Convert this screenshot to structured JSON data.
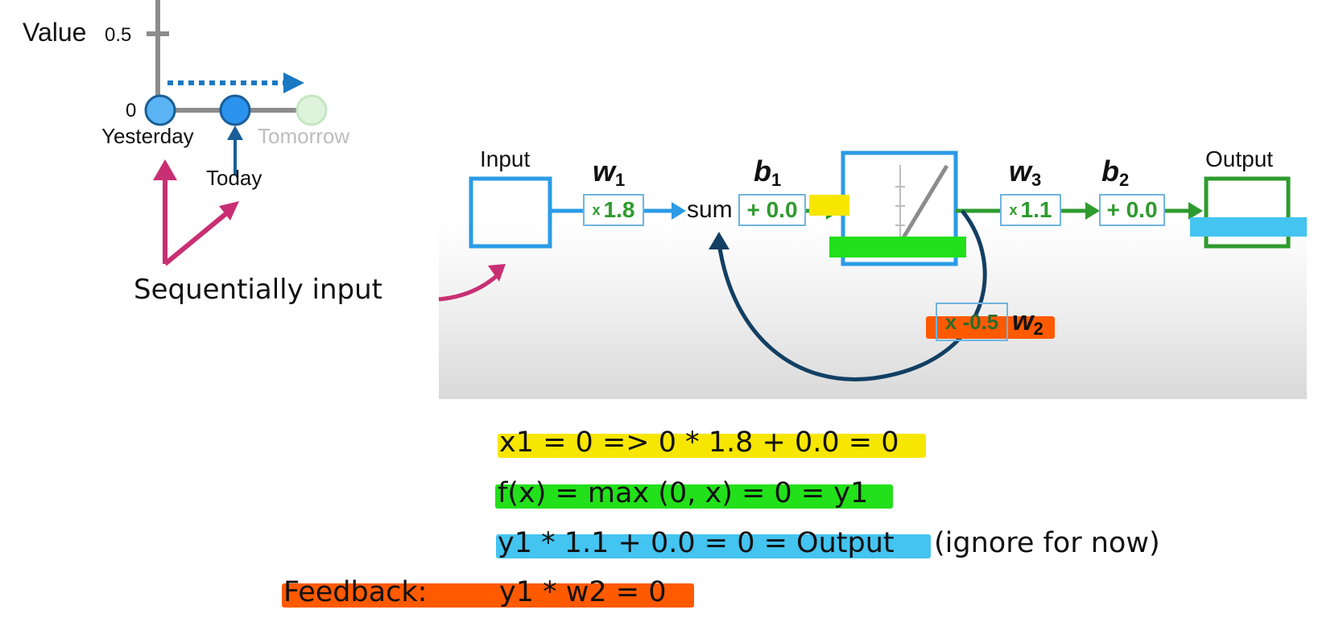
{
  "timeline": {
    "value_label": "Value",
    "tick_05": "0.5",
    "tick_0": "0",
    "yesterday": "Yesterday",
    "today": "Today",
    "tomorrow": "Tomorrow",
    "sequential_label": "Sequentially input"
  },
  "network": {
    "input_label": "Input",
    "output_label": "Output",
    "w1": "w",
    "w1_sub": "1",
    "w1_value_prefix": "x",
    "w1_value": "1.8",
    "sum_label": "sum",
    "b1": "b",
    "b1_sub": "1",
    "b1_value": "+ 0.0",
    "w3": "w",
    "w3_sub": "3",
    "w3_value_prefix": "x",
    "w3_value": "1.1",
    "b2": "b",
    "b2_sub": "2",
    "b2_value": "+ 0.0",
    "w2": "w",
    "w2_sub": "2",
    "w2_value": "x -0.5"
  },
  "equations": {
    "eq1": "x1 = 0 => 0 * 1.8 + 0.0 = 0",
    "eq2": "f(x) = max (0, x) = 0 = y1",
    "eq3": "y1 * 1.1 + 0.0 = 0 = Output",
    "eq3_note": "(ignore for now)",
    "feedback_label": "Feedback:",
    "eq4": "y1 * w2 = 0"
  },
  "colors": {
    "yellow_highlight": "#f7e600",
    "green_highlight": "#22e01a",
    "blue_highlight": "#44c4f0",
    "orange_highlight": "#ff5a00",
    "network_blue": "#2b9be6",
    "network_green": "#2e9b2e",
    "feedback_navy": "#123f63",
    "arrow_magenta": "#c92f73"
  }
}
